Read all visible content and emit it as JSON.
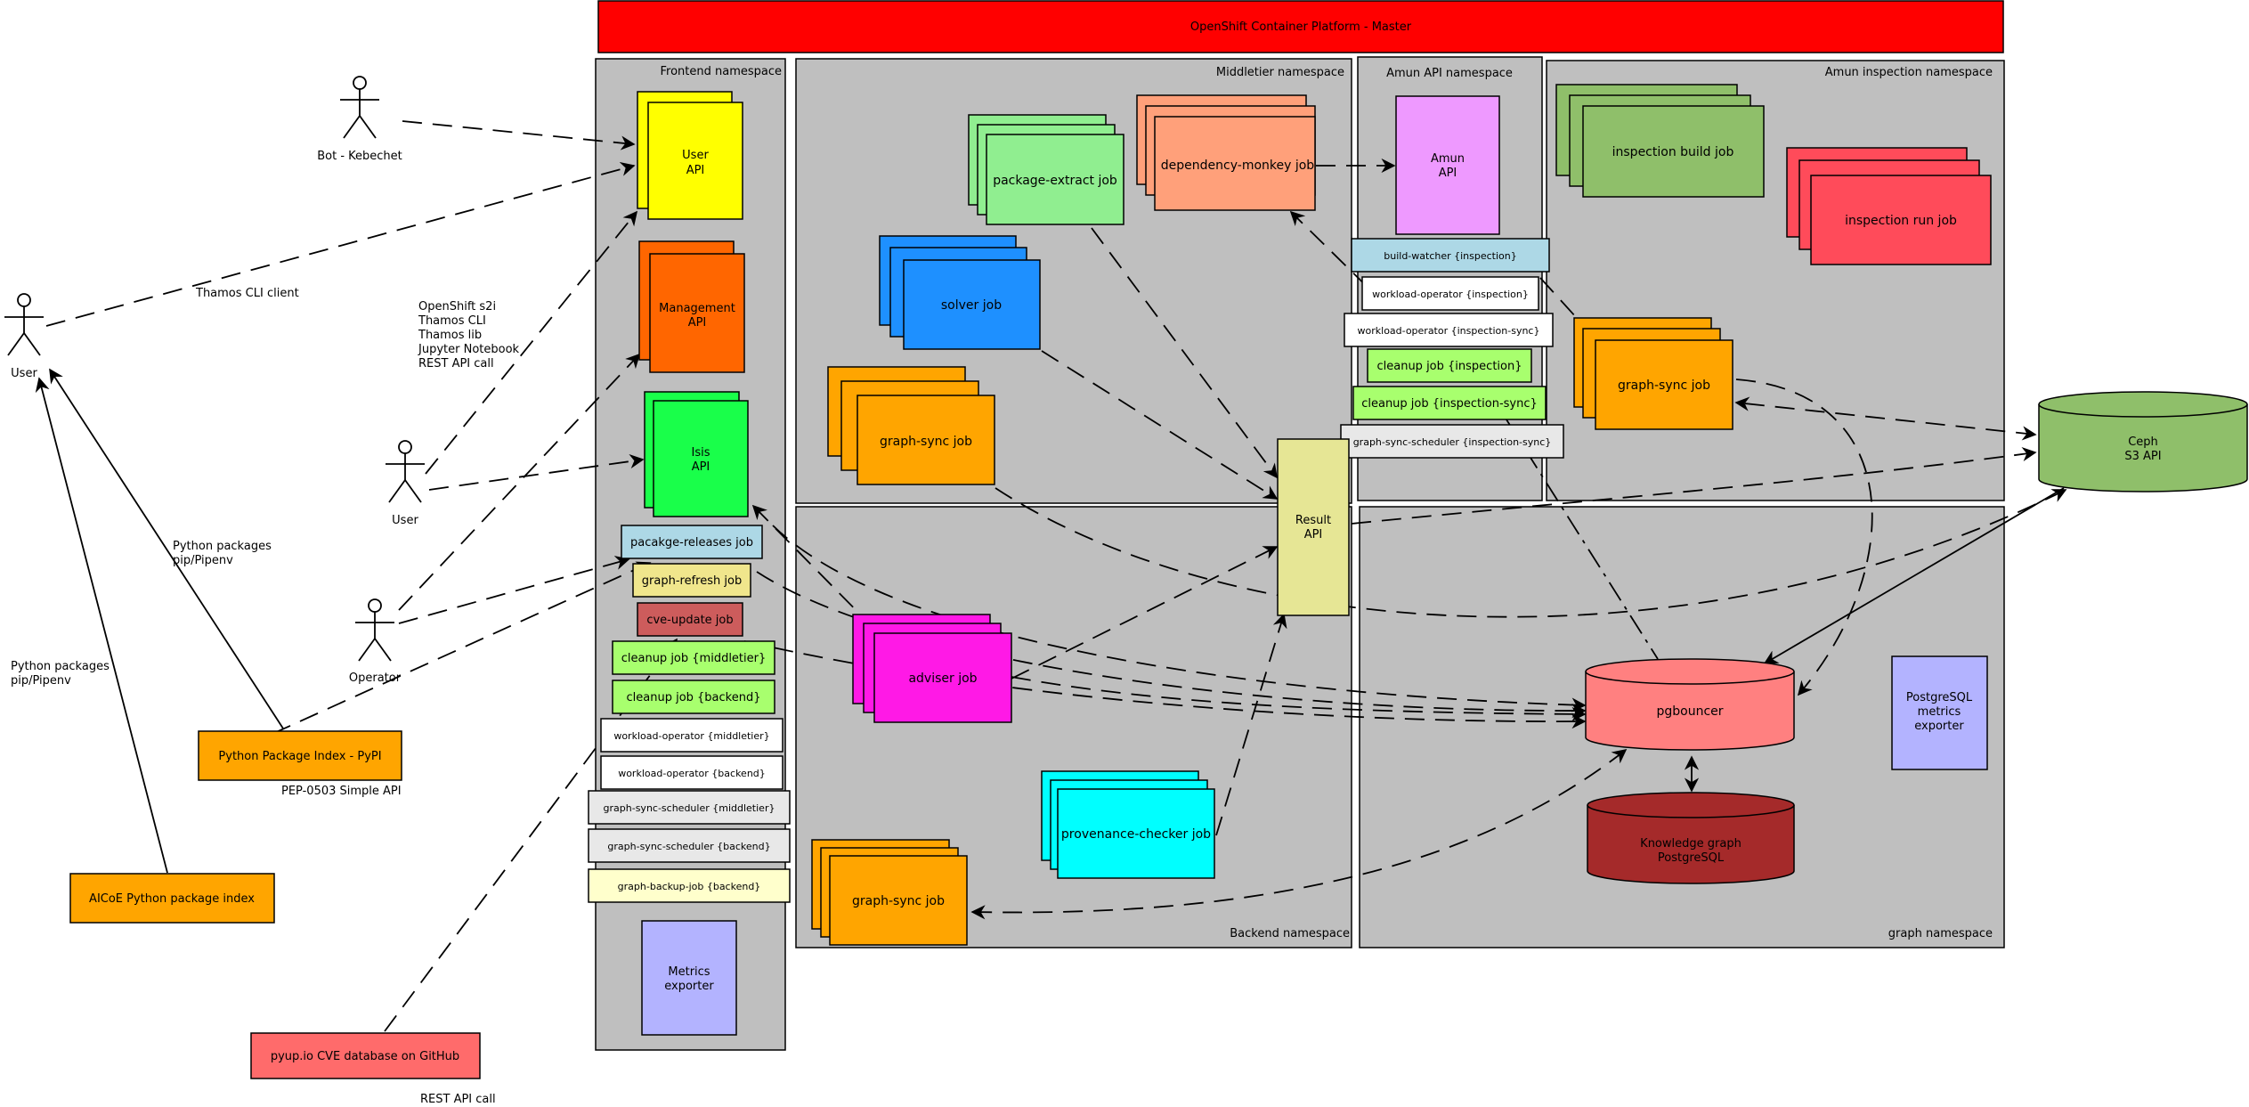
{
  "banner": "OpenShift Container Platform - Master",
  "namespaces": {
    "frontend": "Frontend namespace",
    "middletier": "Middletier namespace",
    "amun_api": "Amun API namespace",
    "amun_inspection": "Amun inspection namespace",
    "backend": "Backend namespace",
    "graph": "graph namespace"
  },
  "actors": {
    "bot": "Bot - Kebechet",
    "user_left": "User",
    "user_mid": "User",
    "operator": "Operator"
  },
  "notes": {
    "thamos_cli": "Thamos CLI client",
    "clients": [
      "OpenShift s2i",
      "Thamos CLI",
      "Thamos lib",
      "Jupyter Notebook",
      "REST API call"
    ],
    "py_packages_1": [
      "Python packages",
      "pip/Pipenv"
    ],
    "py_packages_2": [
      "Python packages",
      "pip/Pipenv"
    ],
    "pep": "PEP-0503 Simple API",
    "rest_api": "REST API call"
  },
  "external": {
    "pypi": "Python Package Index - PyPI",
    "aicoe": "AICoE Python package index",
    "pyup": "pyup.io CVE database on GitHub"
  },
  "frontend": {
    "user_api": [
      "User",
      "API"
    ],
    "management_api": [
      "Management",
      "API"
    ],
    "isis_api": [
      "Isis",
      "API"
    ],
    "pacakge_releases": "pacakge-releases job",
    "graph_refresh": "graph-refresh job",
    "cve_update": "cve-update job",
    "cleanup_middletier": "cleanup job {middletier}",
    "cleanup_backend": "cleanup job {backend}",
    "workload_middletier": "workload-operator {middletier}",
    "workload_backend": "workload-operator {backend}",
    "gss_middletier": "graph-sync-scheduler {middletier}",
    "gss_backend": "graph-sync-scheduler {backend}",
    "graph_backup": "graph-backup-job {backend}",
    "metrics": [
      "Metrics",
      "exporter"
    ]
  },
  "middletier": {
    "package_extract": "package-extract job",
    "dependency_monkey": "dependency-monkey job",
    "solver": "solver job",
    "graph_sync": "graph-sync job"
  },
  "amun_api": {
    "amun": [
      "Amun",
      "API"
    ],
    "build_watcher": "build-watcher {inspection}",
    "workload_inspection": "workload-operator {inspection}",
    "workload_inspection_sync": "workload-operator {inspection-sync}",
    "cleanup_inspection": "cleanup job {inspection}",
    "cleanup_inspection_sync": "cleanup job {inspection-sync}",
    "gss_inspection_sync": "graph-sync-scheduler {inspection-sync}"
  },
  "amun_inspection": {
    "inspection_build": "inspection build job",
    "inspection_run": "inspection run job",
    "graph_sync": "graph-sync job"
  },
  "result_api": [
    "Result",
    "API"
  ],
  "backend": {
    "adviser": "adviser job",
    "provenance": "provenance-checker job",
    "graph_sync": "graph-sync job"
  },
  "graph": {
    "pgbouncer": "pgbouncer",
    "knowledge": [
      "Knowledge graph",
      "PostgreSQL"
    ],
    "pg_metrics": [
      "PostgreSQL",
      "metrics",
      "exporter"
    ]
  },
  "ceph": [
    "Ceph",
    "S3 API"
  ],
  "colors": {
    "banner": "#ff0000",
    "namespace": "#bfbfbf",
    "user_api": "#ffff00",
    "management_api": "#ff6600",
    "isis_api": "#19ff4a",
    "pacakge_releases": "#add8e6",
    "graph_refresh": "#f0e68c",
    "cve_update": "#cd5c5c",
    "cleanup": "#a8ff6e",
    "metrics": "#b3b3ff",
    "package_extract": "#90ee90",
    "dependency_monkey": "#ffa07a",
    "solver": "#1e90ff",
    "graph_sync": "#ffa500",
    "amun": "#ee99ff",
    "inspection_build": "#8fbf6a",
    "inspection_run": "#ff4b5a",
    "result_api": "#e6e695",
    "adviser": "#ff19e6",
    "provenance": "#00ffff",
    "pgbouncer": "#ff8080",
    "knowledge": "#a52a2a",
    "ceph": "#8fbf6a",
    "external": "#ffa500",
    "pyup": "#ff6b6b"
  }
}
